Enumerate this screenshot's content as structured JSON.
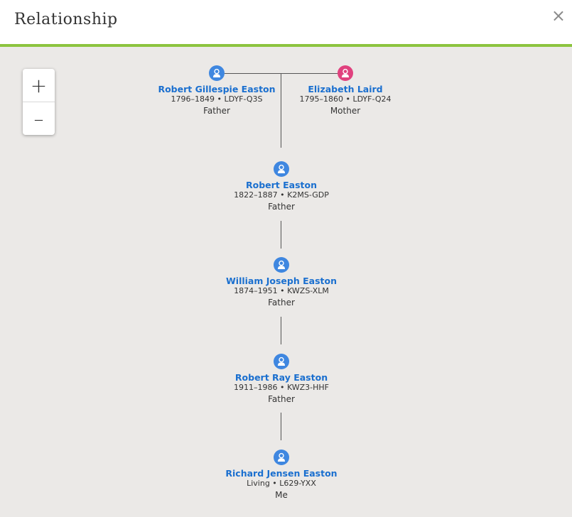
{
  "header": {
    "title": "Relationship",
    "close_label": "×"
  },
  "zoom": {
    "in_label": "+",
    "out_label": "–"
  },
  "colors": {
    "male": "#3f87e0",
    "female": "#e0417e",
    "accent": "#8cc43f",
    "link": "#1a6fcf"
  },
  "people": [
    {
      "name": "Robert Gillespie Easton",
      "meta": "1796–1849 • LDYF-Q3S",
      "relation": "Father",
      "gender": "male"
    },
    {
      "name": "Elizabeth Laird",
      "meta": "1795–1860 • LDYF-Q24",
      "relation": "Mother",
      "gender": "female"
    },
    {
      "name": "Robert Easton",
      "meta": "1822–1887 • K2MS-GDP",
      "relation": "Father",
      "gender": "male"
    },
    {
      "name": "William Joseph Easton",
      "meta": "1874–1951 • KWZS-XLM",
      "relation": "Father",
      "gender": "male"
    },
    {
      "name": "Robert Ray Easton",
      "meta": "1911–1986 • KWZ3-HHF",
      "relation": "Father",
      "gender": "male"
    },
    {
      "name": "Richard Jensen Easton",
      "meta": "Living • L629-YXX",
      "relation": "Me",
      "gender": "male"
    }
  ]
}
